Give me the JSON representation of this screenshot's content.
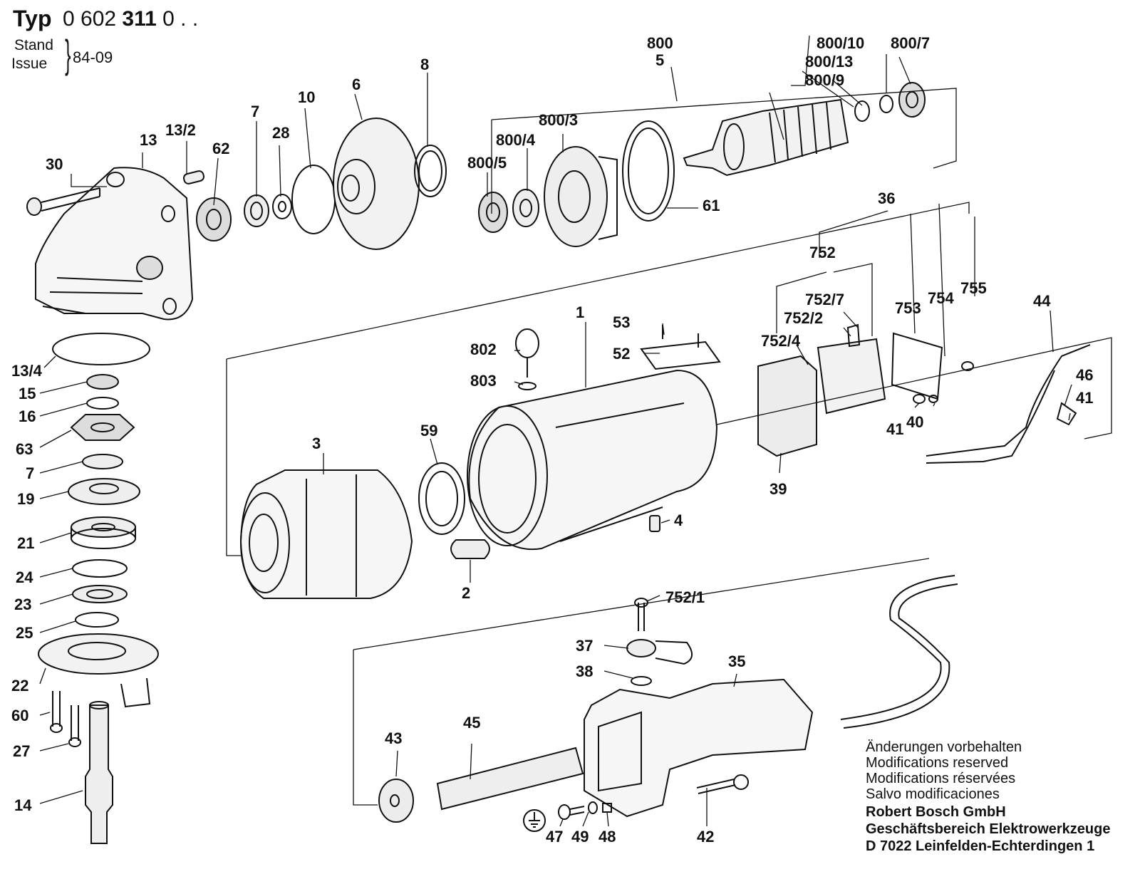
{
  "header": {
    "typ_label": "Typ",
    "typ_number_prefix": "0 602 ",
    "typ_number_bold": "311",
    "typ_number_suffix": " 0 . .",
    "stand_label": "Stand",
    "issue_label": "Issue",
    "issue_date": "84-09"
  },
  "notes": {
    "de": "Änderungen vorbehalten",
    "en": "Modifications reserved",
    "fr": "Modifications réservées",
    "es": "Salvo modificaciones"
  },
  "company": {
    "name": "Robert Bosch GmbH",
    "division": "Geschäftsbereich Elektrowerkzeuge",
    "address": "D 7022 Leinfelden-Echterdingen 1"
  },
  "part_labels": [
    "30",
    "13",
    "13/2",
    "62",
    "7",
    "28",
    "10",
    "6",
    "8",
    "800",
    "5",
    "800/10",
    "800/7",
    "800/13",
    "800/9",
    "800/3",
    "800/4",
    "800/5",
    "61",
    "36",
    "752",
    "752/7",
    "752/2",
    "752/4",
    "753",
    "754",
    "755",
    "44",
    "46",
    "41",
    "40",
    "41",
    "1",
    "53",
    "52",
    "802",
    "803",
    "59",
    "3",
    "4",
    "2",
    "39",
    "13/4",
    "15",
    "16",
    "63",
    "7",
    "19",
    "21",
    "24",
    "23",
    "25",
    "22",
    "60",
    "27",
    "14",
    "752/1",
    "37",
    "38",
    "35",
    "43",
    "45",
    "47",
    "49",
    "48",
    "42"
  ],
  "icons": [
    "ground-symbol-icon"
  ]
}
